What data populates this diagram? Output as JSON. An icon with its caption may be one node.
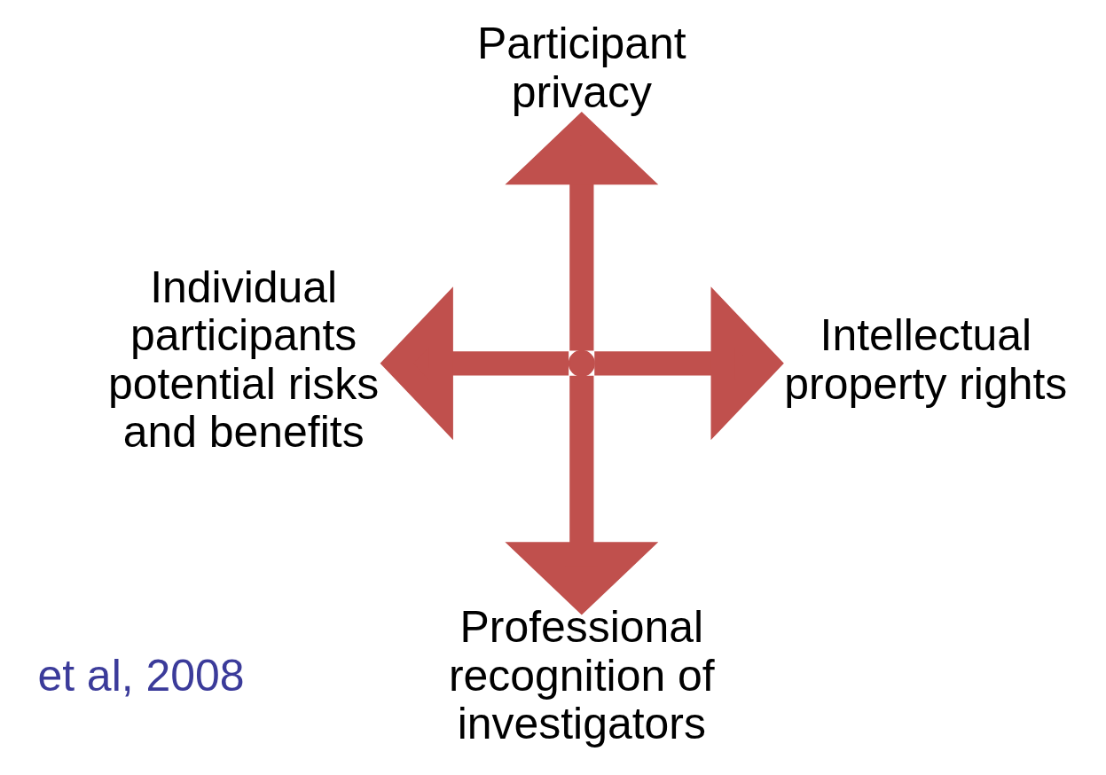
{
  "diagram": {
    "nodes": [
      {
        "text": [
          "Participant privacy"
        ]
      },
      {
        "text": [
          "Individual participants potential risks and benefits"
        ]
      },
      {
        "text": [
          "Intellectual property rights"
        ]
      },
      {
        "text": [
          "Professional recognition of investigators"
        ]
      },
      {
        "text": [],
        "shape": "point"
      }
    ],
    "edges": [
      {
        "from": 4,
        "to": 0,
        "arrow": "to"
      },
      {
        "from": 4,
        "to": 1,
        "arrow": "to"
      },
      {
        "from": 4,
        "to": 2,
        "arrow": "to"
      },
      {
        "from": 4,
        "to": 3,
        "arrow": "to"
      }
    ],
    "labels": [
      "et al, 2008"
    ]
  }
}
